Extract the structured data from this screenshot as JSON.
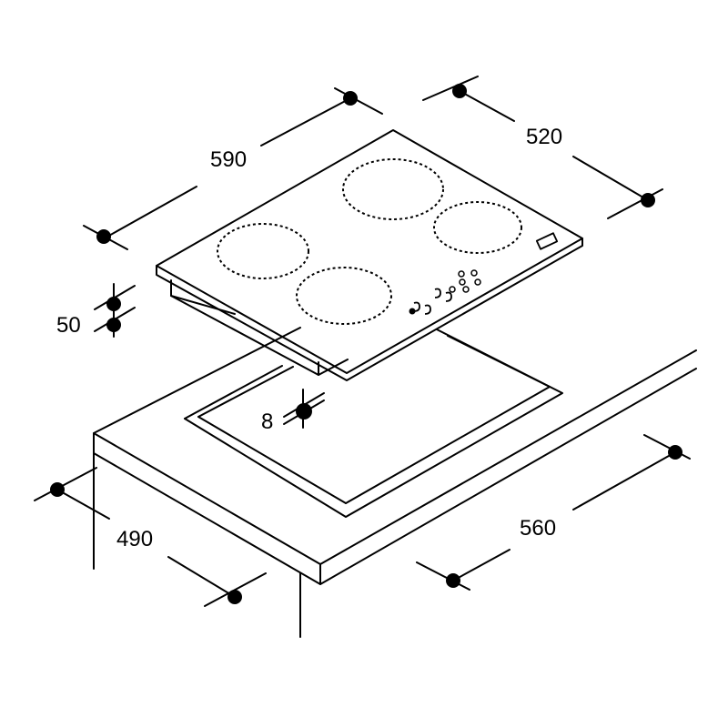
{
  "dimensions": {
    "hob_width": "590",
    "hob_depth": "520",
    "hob_height": "50",
    "rim_offset": "8",
    "cutout_depth": "490",
    "cutout_width": "560"
  },
  "colors": {
    "stroke": "#000000",
    "background": "#ffffff"
  }
}
